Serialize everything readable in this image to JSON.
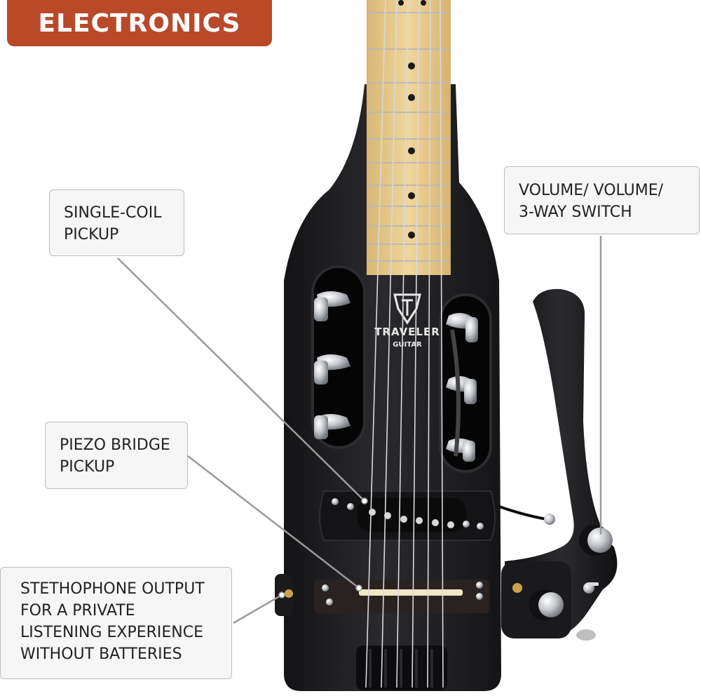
{
  "banner": {
    "label": "ELECTRONICS",
    "color": "#b84a2a"
  },
  "headstock_logo": {
    "brand": "TRAVELER",
    "sub": "GUITAR"
  },
  "callouts": {
    "single_coil": "SINGLE-COIL\nPICKUP",
    "piezo": "PIEZO BRIDGE\nPICKUP",
    "stethophone": "STETHOPHONE OUTPUT\nFOR A PRIVATE\nLISTENING EXPERIENCE\nWITHOUT BATTERIES",
    "volume": "VOLUME/ VOLUME/\n3-WAY SWITCH"
  },
  "colors": {
    "body": "#1b1b1e",
    "maple": "#e6c98a",
    "chrome": "#cfd2d6",
    "leader": "#9a9a9a"
  }
}
